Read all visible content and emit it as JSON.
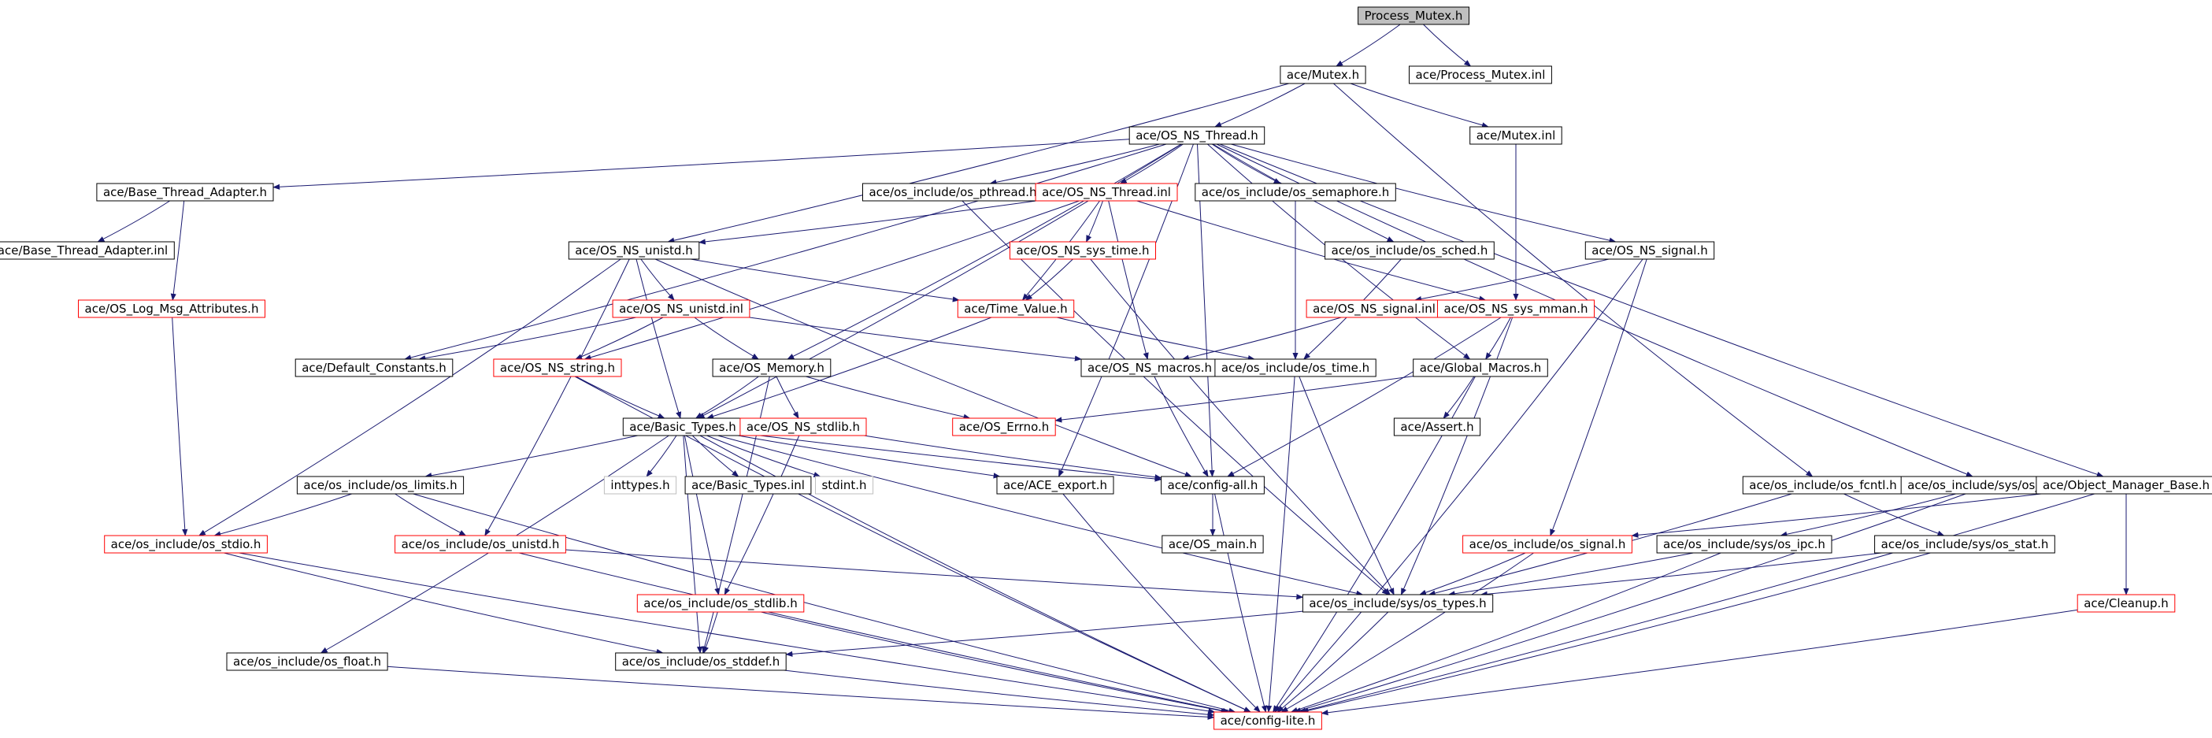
{
  "title": "Process_Mutex.h",
  "colors": {
    "edge": "#191970",
    "node_border": "#000000",
    "node_border_incomplete": "#ff0000",
    "node_border_external": "#bfbfbf",
    "root_fill": "#bfbfbf",
    "node_fill": "#ffffff",
    "text": "#000000"
  },
  "nodes": [
    {
      "id": "process_mutex_h",
      "label": "Process_Mutex.h",
      "style": "root"
    },
    {
      "id": "mutex_h",
      "label": "ace/Mutex.h",
      "style": "normal"
    },
    {
      "id": "process_mutex_inl",
      "label": "ace/Process_Mutex.inl",
      "style": "normal"
    },
    {
      "id": "os_ns_thread_h",
      "label": "ace/OS_NS_Thread.h",
      "style": "normal"
    },
    {
      "id": "mutex_inl",
      "label": "ace/Mutex.inl",
      "style": "normal"
    },
    {
      "id": "base_thread_adapter_h",
      "label": "ace/Base_Thread_Adapter.h",
      "style": "normal"
    },
    {
      "id": "os_pthread_h",
      "label": "ace/os_include/os_pthread.h",
      "style": "normal"
    },
    {
      "id": "os_ns_thread_inl",
      "label": "ace/OS_NS_Thread.inl",
      "style": "incomplete"
    },
    {
      "id": "os_semaphore_h",
      "label": "ace/os_include/os_semaphore.h",
      "style": "normal"
    },
    {
      "id": "base_thread_adapter_inl",
      "label": "ace/Base_Thread_Adapter.inl",
      "style": "normal"
    },
    {
      "id": "os_ns_unistd_h",
      "label": "ace/OS_NS_unistd.h",
      "style": "normal"
    },
    {
      "id": "os_ns_sys_time_h",
      "label": "ace/OS_NS_sys_time.h",
      "style": "incomplete"
    },
    {
      "id": "os_sched_h",
      "label": "ace/os_include/os_sched.h",
      "style": "normal"
    },
    {
      "id": "os_ns_signal_h",
      "label": "ace/OS_NS_signal.h",
      "style": "normal"
    },
    {
      "id": "os_log_msg_attributes_h",
      "label": "ace/OS_Log_Msg_Attributes.h",
      "style": "incomplete"
    },
    {
      "id": "os_ns_unistd_inl",
      "label": "ace/OS_NS_unistd.inl",
      "style": "incomplete"
    },
    {
      "id": "time_value_h",
      "label": "ace/Time_Value.h",
      "style": "incomplete"
    },
    {
      "id": "os_ns_signal_inl",
      "label": "ace/OS_NS_signal.inl",
      "style": "incomplete"
    },
    {
      "id": "os_ns_sys_mman_h",
      "label": "ace/OS_NS_sys_mman.h",
      "style": "incomplete"
    },
    {
      "id": "default_constants_h",
      "label": "ace/Default_Constants.h",
      "style": "normal"
    },
    {
      "id": "os_ns_string_h",
      "label": "ace/OS_NS_string.h",
      "style": "incomplete"
    },
    {
      "id": "os_memory_h",
      "label": "ace/OS_Memory.h",
      "style": "normal"
    },
    {
      "id": "os_ns_macros_h",
      "label": "ace/OS_NS_macros.h",
      "style": "normal"
    },
    {
      "id": "os_time_h",
      "label": "ace/os_include/os_time.h",
      "style": "normal"
    },
    {
      "id": "global_macros_h",
      "label": "ace/Global_Macros.h",
      "style": "normal"
    },
    {
      "id": "basic_types_h",
      "label": "ace/Basic_Types.h",
      "style": "normal"
    },
    {
      "id": "os_ns_stdlib_h",
      "label": "ace/OS_NS_stdlib.h",
      "style": "incomplete"
    },
    {
      "id": "os_errno_h",
      "label": "ace/OS_Errno.h",
      "style": "incomplete"
    },
    {
      "id": "assert_h",
      "label": "ace/Assert.h",
      "style": "normal"
    },
    {
      "id": "os_limits_h",
      "label": "ace/os_include/os_limits.h",
      "style": "normal"
    },
    {
      "id": "inttypes_h",
      "label": "inttypes.h",
      "style": "external"
    },
    {
      "id": "basic_types_inl",
      "label": "ace/Basic_Types.inl",
      "style": "normal"
    },
    {
      "id": "stdint_h",
      "label": "stdint.h",
      "style": "external"
    },
    {
      "id": "ace_export_h",
      "label": "ace/ACE_export.h",
      "style": "normal"
    },
    {
      "id": "config_all_h",
      "label": "ace/config-all.h",
      "style": "normal"
    },
    {
      "id": "os_fcntl_h",
      "label": "ace/os_include/os_fcntl.h",
      "style": "normal"
    },
    {
      "id": "sys_os_sem_h",
      "label": "ace/os_include/sys/os_sem.h",
      "style": "normal"
    },
    {
      "id": "object_manager_base_h",
      "label": "ace/Object_Manager_Base.h",
      "style": "normal"
    },
    {
      "id": "os_stdio_h",
      "label": "ace/os_include/os_stdio.h",
      "style": "incomplete"
    },
    {
      "id": "os_unistd_h",
      "label": "ace/os_include/os_unistd.h",
      "style": "incomplete"
    },
    {
      "id": "os_main_h",
      "label": "ace/OS_main.h",
      "style": "normal"
    },
    {
      "id": "os_signal_h",
      "label": "ace/os_include/os_signal.h",
      "style": "incomplete"
    },
    {
      "id": "sys_os_ipc_h",
      "label": "ace/os_include/sys/os_ipc.h",
      "style": "normal"
    },
    {
      "id": "sys_os_stat_h",
      "label": "ace/os_include/sys/os_stat.h",
      "style": "normal"
    },
    {
      "id": "os_stdlib_h",
      "label": "ace/os_include/os_stdlib.h",
      "style": "incomplete"
    },
    {
      "id": "sys_os_types_h",
      "label": "ace/os_include/sys/os_types.h",
      "style": "normal"
    },
    {
      "id": "cleanup_h",
      "label": "ace/Cleanup.h",
      "style": "incomplete"
    },
    {
      "id": "os_float_h",
      "label": "ace/os_include/os_float.h",
      "style": "normal"
    },
    {
      "id": "os_stddef_h",
      "label": "ace/os_include/os_stddef.h",
      "style": "normal"
    },
    {
      "id": "config_lite_h",
      "label": "ace/config-lite.h",
      "style": "incomplete"
    }
  ],
  "edges": [
    [
      "process_mutex_h",
      "mutex_h"
    ],
    [
      "process_mutex_h",
      "process_mutex_inl"
    ],
    [
      "mutex_h",
      "os_ns_thread_h"
    ],
    [
      "mutex_h",
      "mutex_inl"
    ],
    [
      "mutex_h",
      "os_ns_unistd_h"
    ],
    [
      "mutex_h",
      "os_fcntl_h"
    ],
    [
      "mutex_inl",
      "os_ns_sys_mman_h"
    ],
    [
      "os_ns_thread_h",
      "base_thread_adapter_h"
    ],
    [
      "os_ns_thread_h",
      "os_pthread_h"
    ],
    [
      "os_ns_thread_h",
      "os_ns_thread_inl"
    ],
    [
      "os_ns_thread_h",
      "os_semaphore_h"
    ],
    [
      "os_ns_thread_h",
      "os_sched_h"
    ],
    [
      "os_ns_thread_h",
      "os_ns_signal_h"
    ],
    [
      "os_ns_thread_h",
      "global_macros_h"
    ],
    [
      "os_ns_thread_h",
      "object_manager_base_h"
    ],
    [
      "os_ns_thread_h",
      "sys_os_sem_h"
    ],
    [
      "os_ns_thread_h",
      "config_all_h"
    ],
    [
      "os_ns_thread_h",
      "basic_types_h"
    ],
    [
      "os_ns_thread_h",
      "os_memory_h"
    ],
    [
      "os_ns_thread_h",
      "ace_export_h"
    ],
    [
      "os_ns_thread_h",
      "default_constants_h"
    ],
    [
      "base_thread_adapter_h",
      "base_thread_adapter_inl"
    ],
    [
      "base_thread_adapter_h",
      "os_log_msg_attributes_h"
    ],
    [
      "os_pthread_h",
      "sys_os_types_h"
    ],
    [
      "os_ns_thread_inl",
      "os_ns_unistd_h"
    ],
    [
      "os_ns_thread_inl",
      "os_ns_sys_time_h"
    ],
    [
      "os_ns_thread_inl",
      "time_value_h"
    ],
    [
      "os_ns_thread_inl",
      "os_ns_string_h"
    ],
    [
      "os_ns_thread_inl",
      "os_ns_macros_h"
    ],
    [
      "os_ns_thread_inl",
      "os_ns_sys_mman_h"
    ],
    [
      "os_semaphore_h",
      "os_time_h"
    ],
    [
      "os_sched_h",
      "os_time_h"
    ],
    [
      "os_ns_signal_h",
      "os_ns_signal_inl"
    ],
    [
      "os_ns_signal_h",
      "os_signal_h"
    ],
    [
      "os_ns_signal_h",
      "config_lite_h"
    ],
    [
      "os_log_msg_attributes_h",
      "os_stdio_h"
    ],
    [
      "os_ns_unistd_h",
      "os_ns_unistd_inl"
    ],
    [
      "os_ns_unistd_h",
      "time_value_h"
    ],
    [
      "os_ns_unistd_h",
      "basic_types_h"
    ],
    [
      "os_ns_unistd_h",
      "os_stdio_h"
    ],
    [
      "os_ns_unistd_h",
      "os_unistd_h"
    ],
    [
      "os_ns_unistd_h",
      "config_all_h"
    ],
    [
      "os_ns_sys_time_h",
      "time_value_h"
    ],
    [
      "os_ns_sys_time_h",
      "sys_os_types_h"
    ],
    [
      "os_ns_unistd_inl",
      "default_constants_h"
    ],
    [
      "os_ns_unistd_inl",
      "os_ns_string_h"
    ],
    [
      "os_ns_unistd_inl",
      "os_memory_h"
    ],
    [
      "os_ns_unistd_inl",
      "os_ns_macros_h"
    ],
    [
      "time_value_h",
      "os_time_h"
    ],
    [
      "time_value_h",
      "basic_types_h"
    ],
    [
      "os_ns_signal_inl",
      "os_ns_macros_h"
    ],
    [
      "os_ns_sys_mman_h",
      "global_macros_h"
    ],
    [
      "os_ns_sys_mman_h",
      "config_all_h"
    ],
    [
      "os_ns_sys_mman_h",
      "sys_os_types_h"
    ],
    [
      "os_ns_string_h",
      "basic_types_h"
    ],
    [
      "os_ns_string_h",
      "config_lite_h"
    ],
    [
      "os_memory_h",
      "basic_types_h"
    ],
    [
      "os_memory_h",
      "os_ns_stdlib_h"
    ],
    [
      "os_memory_h",
      "os_errno_h"
    ],
    [
      "os_memory_h",
      "os_stddef_h"
    ],
    [
      "os_ns_macros_h",
      "config_all_h"
    ],
    [
      "os_time_h",
      "sys_os_types_h"
    ],
    [
      "os_time_h",
      "config_lite_h"
    ],
    [
      "global_macros_h",
      "os_errno_h"
    ],
    [
      "global_macros_h",
      "assert_h"
    ],
    [
      "global_macros_h",
      "config_lite_h"
    ],
    [
      "basic_types_h",
      "os_limits_h"
    ],
    [
      "basic_types_h",
      "inttypes_h"
    ],
    [
      "basic_types_h",
      "basic_types_inl"
    ],
    [
      "basic_types_h",
      "stdint_h"
    ],
    [
      "basic_types_h",
      "ace_export_h"
    ],
    [
      "basic_types_h",
      "config_all_h"
    ],
    [
      "basic_types_h",
      "os_float_h"
    ],
    [
      "basic_types_h",
      "os_stddef_h"
    ],
    [
      "basic_types_h",
      "os_stdlib_h"
    ],
    [
      "basic_types_h",
      "sys_os_types_h"
    ],
    [
      "basic_types_h",
      "config_lite_h"
    ],
    [
      "os_ns_stdlib_h",
      "config_all_h"
    ],
    [
      "os_ns_stdlib_h",
      "os_stdlib_h"
    ],
    [
      "os_limits_h",
      "os_stdio_h"
    ],
    [
      "os_limits_h",
      "os_unistd_h"
    ],
    [
      "os_limits_h",
      "config_lite_h"
    ],
    [
      "ace_export_h",
      "config_lite_h"
    ],
    [
      "config_all_h",
      "os_main_h"
    ],
    [
      "config_all_h",
      "config_lite_h"
    ],
    [
      "os_fcntl_h",
      "sys_os_stat_h"
    ],
    [
      "os_fcntl_h",
      "sys_os_types_h"
    ],
    [
      "sys_os_sem_h",
      "sys_os_ipc_h"
    ],
    [
      "sys_os_sem_h",
      "config_lite_h"
    ],
    [
      "object_manager_base_h",
      "cleanup_h"
    ],
    [
      "object_manager_base_h",
      "os_signal_h"
    ],
    [
      "object_manager_base_h",
      "config_lite_h"
    ],
    [
      "os_stdio_h",
      "os_stddef_h"
    ],
    [
      "os_stdio_h",
      "config_lite_h"
    ],
    [
      "os_unistd_h",
      "sys_os_types_h"
    ],
    [
      "os_unistd_h",
      "config_lite_h"
    ],
    [
      "os_signal_h",
      "sys_os_types_h"
    ],
    [
      "os_signal_h",
      "config_lite_h"
    ],
    [
      "sys_os_ipc_h",
      "sys_os_types_h"
    ],
    [
      "sys_os_ipc_h",
      "config_lite_h"
    ],
    [
      "sys_os_stat_h",
      "sys_os_types_h"
    ],
    [
      "sys_os_stat_h",
      "config_lite_h"
    ],
    [
      "os_stdlib_h",
      "os_stddef_h"
    ],
    [
      "os_stdlib_h",
      "config_lite_h"
    ],
    [
      "sys_os_types_h",
      "os_stddef_h"
    ],
    [
      "sys_os_types_h",
      "config_lite_h"
    ],
    [
      "cleanup_h",
      "config_lite_h"
    ],
    [
      "os_float_h",
      "config_lite_h"
    ],
    [
      "os_stddef_h",
      "config_lite_h"
    ]
  ]
}
